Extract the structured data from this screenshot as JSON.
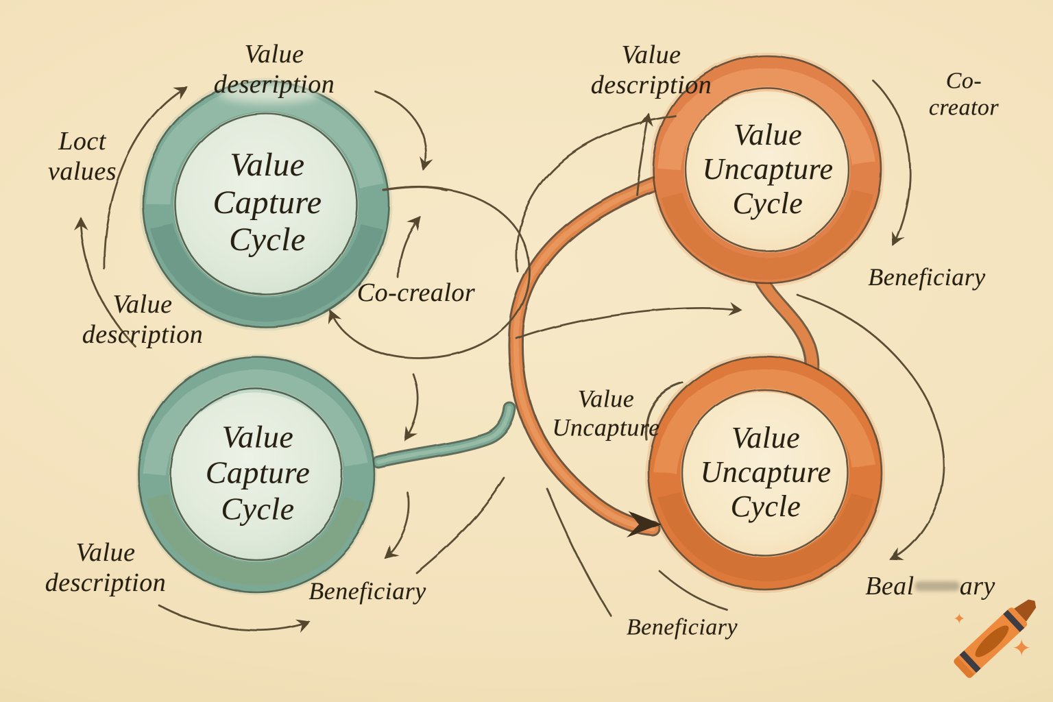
{
  "diagram": {
    "description": "Hand-drawn crayon style diagram of value capture and uncapture cycles",
    "circles": [
      {
        "id": "top-left",
        "title": "Value\nCapture\nCycle",
        "type": "capture"
      },
      {
        "id": "top-right",
        "title": "Value\nUncapture\nCycle",
        "type": "uncapture"
      },
      {
        "id": "bottom-left",
        "title": "Value\nCapture\nCycle",
        "type": "capture"
      },
      {
        "id": "bottom-right",
        "title": "Value\nUncapture\nCycle",
        "type": "uncapture"
      }
    ],
    "labels": {
      "tl_value_description": "Value\ndeseription",
      "loct_values": "Loct\nvalues",
      "ml_value_description": "Value\ndescription",
      "co_crealor": "Co-crealor",
      "tr_value_description": "Value\ndescription",
      "co_creator": "Co-creator",
      "r_beneficiary": "Beneficiary",
      "bl_value_description": "Value\ndescription",
      "bl_beneficiary": "Beneficiary",
      "value_uncapture": "Value\nUncapture",
      "bb_beneficiary": "Beneficiary",
      "br_beneficiary_part1": "Beal",
      "br_beneficiary_part2": "ary"
    },
    "colors": {
      "background": "#f4e4c0",
      "teal_ring": "#7ca896",
      "orange_ring": "#e08148",
      "ink": "#262013",
      "arrow_stroke": "#5c4d35"
    },
    "logo": {
      "icon": "crayon",
      "sparkle": "✦"
    }
  }
}
